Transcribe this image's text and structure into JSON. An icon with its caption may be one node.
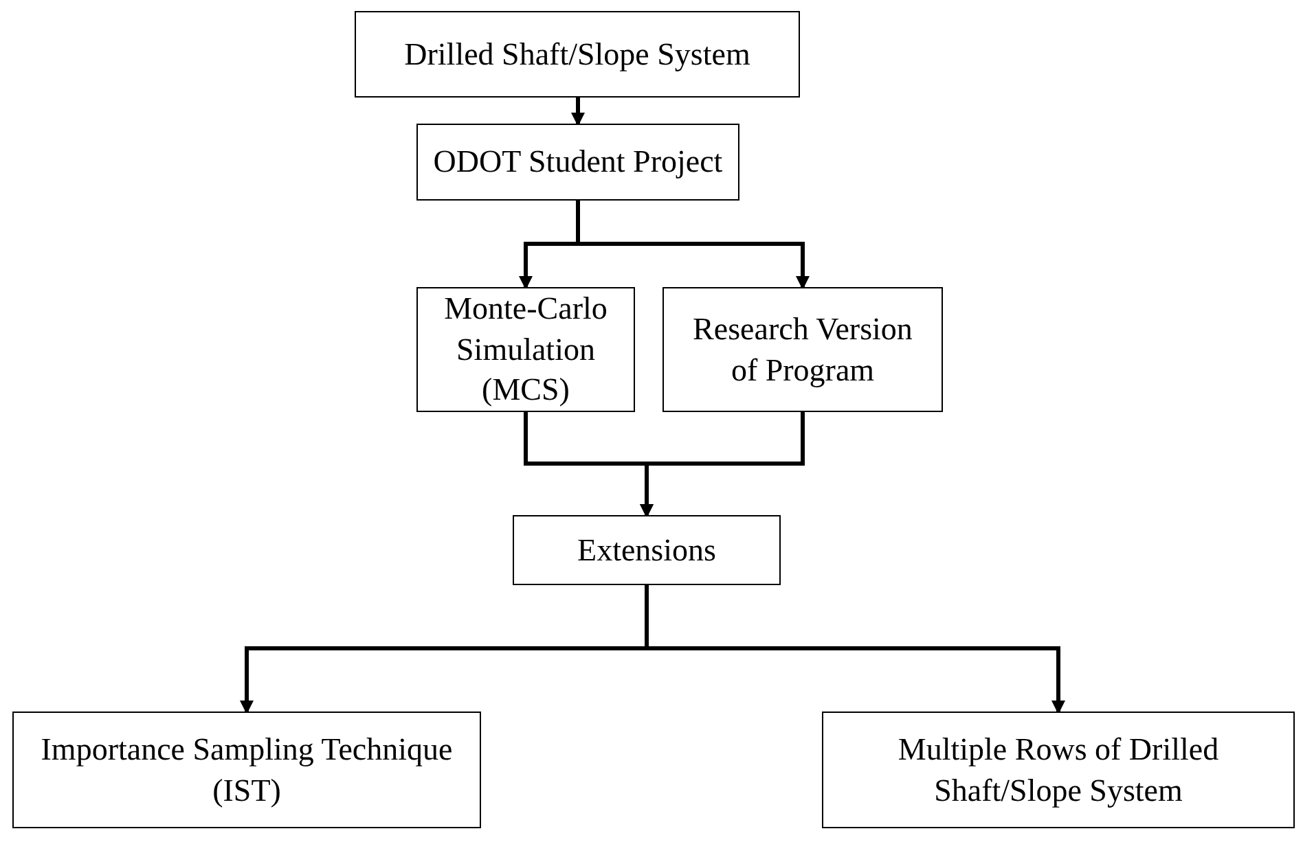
{
  "diagram": {
    "nodes": [
      {
        "text": [
          "Drilled Shaft/Slope System"
        ]
      },
      {
        "text": [
          "ODOT Student Project"
        ]
      },
      {
        "text": [
          "Monte-Carlo Simulation (MCS)"
        ]
      },
      {
        "text": [
          "Research Version of Program"
        ]
      },
      {
        "text": [
          "Extensions"
        ]
      },
      {
        "text": [
          "Importance Sampling Technique (IST)"
        ]
      },
      {
        "text": [
          "Multiple Rows of Drilled Shaft/Slope System"
        ]
      }
    ],
    "edges": [
      {
        "from": 0,
        "to": 1,
        "arrow": "to"
      },
      {
        "from": 1,
        "to": 2,
        "arrow": "to"
      },
      {
        "from": 1,
        "to": 3,
        "arrow": "to"
      },
      {
        "from": 2,
        "to": 4,
        "arrow": "to"
      },
      {
        "from": 3,
        "to": 4,
        "arrow": "to"
      },
      {
        "from": 4,
        "to": 5,
        "arrow": "to"
      },
      {
        "from": 4,
        "to": 6,
        "arrow": "to"
      }
    ]
  }
}
